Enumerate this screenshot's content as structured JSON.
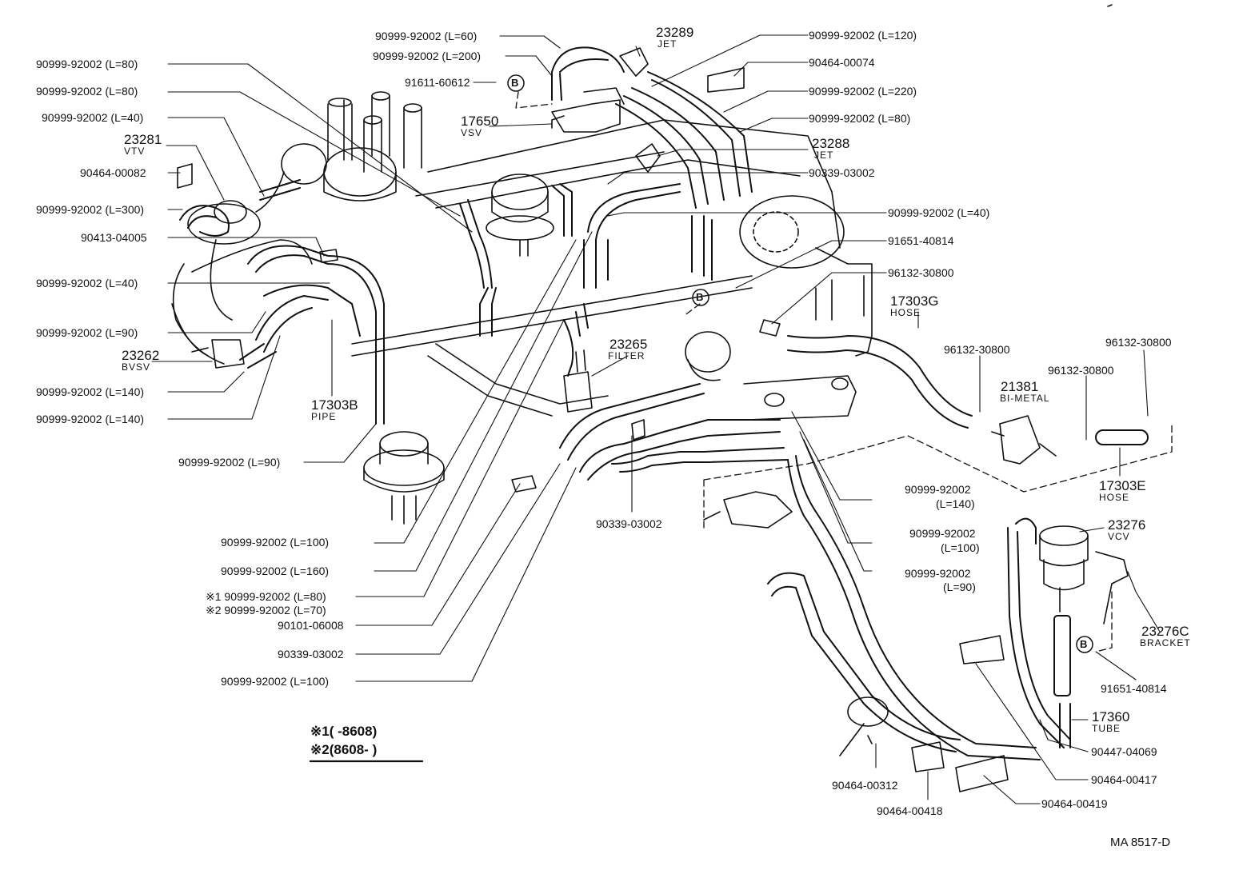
{
  "drawing_code": "MA  8517-D",
  "ref_mark": "B",
  "notes": {
    "n1": "※1(      -8608)",
    "n2": "※2(8608-        )"
  },
  "labels": {
    "l60": "90999-92002 (L=60)",
    "l200": "90999-92002 (L=200)",
    "l91611": "91611-60612",
    "n17650": "17650",
    "t17650": "VSV",
    "n23289": "23289",
    "t23289": "JET",
    "l120": "90999-92002 (L=120)",
    "p90464_74": "90464-00074",
    "l220": "90999-92002 (L=220)",
    "l80r": "90999-92002 (L=80)",
    "n23288": "23288",
    "t23288": "JET",
    "p90339a": "90339-03002",
    "l40r": "90999-92002 (L=40)",
    "p91651a": "91651-40814",
    "p96132a": "96132-30800",
    "n17303g": "17303G",
    "t17303g": "HOSE",
    "p96132b": "96132-30800",
    "p96132c": "96132-30800",
    "p96132d": "96132-30800",
    "n21381": "21381",
    "t21381": "BI-METAL",
    "n17303e": "17303E",
    "t17303e": "HOSE",
    "l80a": "90999-92002 (L=80)",
    "l80b": "90999-92002 (L=80)",
    "l40a": "90999-92002 (L=40)",
    "n23281": "23281",
    "t23281": "VTV",
    "p90464_82": "90464-00082",
    "l300": "90999-92002 (L=300)",
    "p90413": "90413-04005",
    "l40b": "90999-92002 (L=40)",
    "l90a": "90999-92002 (L=90)",
    "n23262": "23262",
    "t23262": "BVSV",
    "l140a": "90999-92002 (L=140)",
    "l140b": "90999-92002 (L=140)",
    "n17303b": "17303B",
    "t17303b": "PIPE",
    "l90b": "90999-92002 (L=90)",
    "n23265": "23265",
    "t23265": "FILTER",
    "p90339b": "90339-03002",
    "l140c": "90999-92002",
    "l140c2": "(L=140)",
    "l100c": "90999-92002",
    "l100c2": "(L=100)",
    "l90c": "90999-92002",
    "l90c2": "(L=90)",
    "n23276": "23276",
    "t23276": "VCV",
    "n23276c": "23276C",
    "t23276c": "BRACKET",
    "p91651b": "91651-40814",
    "n17360": "17360",
    "t17360": "TUBE",
    "p90447": "90447-04069",
    "p90464_417": "90464-00417",
    "p90464_419": "90464-00419",
    "p90464_312": "90464-00312",
    "p90464_418": "90464-00418",
    "l100a": "90999-92002 (L=100)",
    "l160": "90999-92002 (L=160)",
    "l80s": "※1 90999-92002 (L=80)",
    "l70s": "※2 90999-92002 (L=70)",
    "p90101": "90101-06008",
    "p90339c": "90339-03002",
    "l100b": "90999-92002 (L=100)"
  }
}
